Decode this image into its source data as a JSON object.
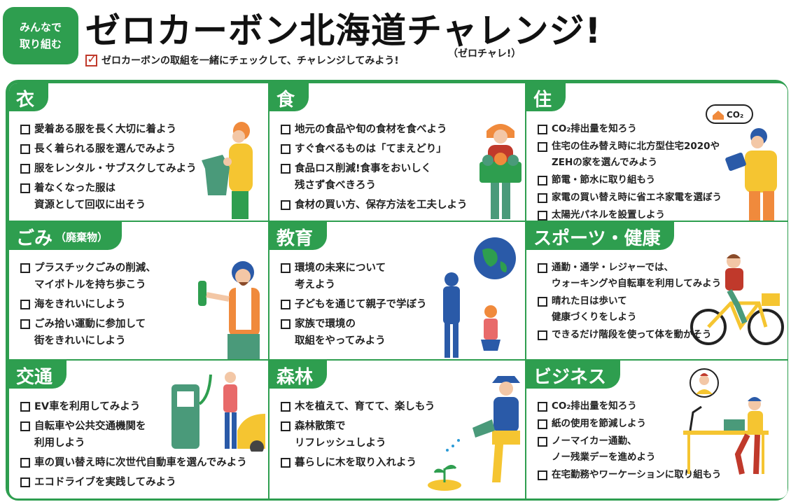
{
  "header": {
    "badge": [
      "みんなで",
      "取り組む"
    ],
    "title": "ゼロカーボン北海道チャレンジ!",
    "subtitle": "ゼロカーボンの取組を一緒にチェックして、チャレンジしてみよう!",
    "nickname": "（ゼロチャレ!）"
  },
  "sections": [
    {
      "title": "衣",
      "items": [
        "愛着ある服を長く大切に着よう",
        "長く着られる服を選んでみよう",
        "服をレンタル・サブスクしてみよう",
        "着なくなった服は\n資源として回収に出そう"
      ]
    },
    {
      "title": "食",
      "items": [
        "地元の食品や旬の食材を食べよう",
        "すぐ食べるものは「てまえどり」",
        "食品ロス削減!食事をおいしく\n残さず食べきろう",
        "食材の買い方、保存方法を工夫しよう"
      ]
    },
    {
      "title": "住",
      "items": [
        "CO₂排出量を知ろう",
        "住宅の住み替え時に北方型住宅2020や\nZEHの家を選んでみよう",
        "節電・節水に取り組もう",
        "家電の買い替え時に省エネ家電を選ぼう",
        "太陽光パネルを設置しよう"
      ]
    },
    {
      "title": "ごみ",
      "title_sub": "（廃棄物）",
      "items": [
        "プラスチックごみの削減、\nマイボトルを持ち歩こう",
        "海をきれいにしよう",
        "ごみ拾い運動に参加して\n街をきれいにしよう"
      ]
    },
    {
      "title": "教育",
      "items": [
        "環境の未来について\n考えよう",
        "子どもを通じて親子で学ぼう",
        "家族で環境の\n取組をやってみよう"
      ]
    },
    {
      "title": "スポーツ・健康",
      "items": [
        "通勤・通学・レジャーでは、\nウォーキングや自転車を利用してみよう",
        "晴れた日は歩いて\n健康づくりをしよう",
        "できるだけ階段を使って体を動かそう"
      ]
    },
    {
      "title": "交通",
      "items": [
        "EV車を利用してみよう",
        "自転車や公共交通機関を\n利用しよう",
        "車の買い替え時に次世代自動車を選んでみよう",
        "エコドライブを実践してみよう"
      ]
    },
    {
      "title": "森林",
      "items": [
        "木を植えて、育てて、楽しもう",
        "森林散策で\nリフレッシュしよう",
        "暮らしに木を取り入れよう"
      ]
    },
    {
      "title": "ビジネス",
      "items": [
        "CO₂排出量を知ろう",
        "紙の使用を節減しよう",
        "ノーマイカー通勤、\nノー残業デーを進めよう",
        "在宅勤務やワーケーションに取り組もう"
      ]
    }
  ],
  "art": {
    "co2_sign": "CO₂"
  },
  "colors": {
    "green": "#2e9e4f",
    "orange": "#f08a3c",
    "yellow": "#f5c531",
    "blue": "#2a5aa8",
    "teal": "#4a9a7a",
    "red": "#c0392b"
  }
}
